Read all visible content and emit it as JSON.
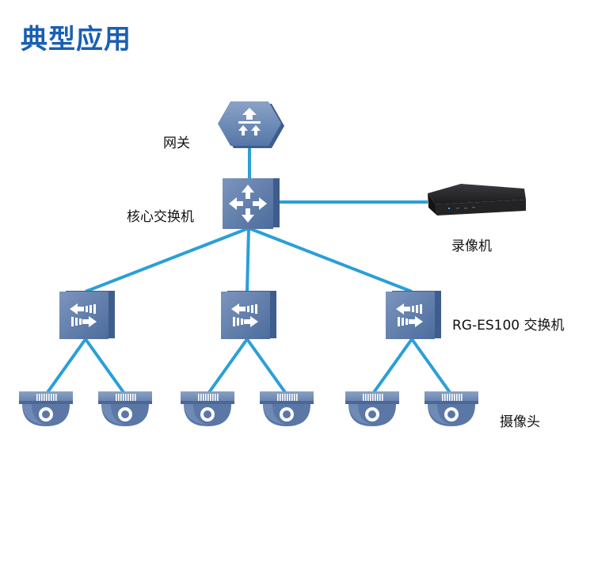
{
  "title": "典型应用",
  "labels": {
    "gateway": "网关",
    "core_switch": "核心交换机",
    "recorder": "录像机",
    "access_switch": "RG-ES100 交换机",
    "camera": "摄像头"
  },
  "colors": {
    "link": "#2a9fd8",
    "device_face": "#5878a8",
    "device_dark": "#3f5d8c",
    "title": "#1a5fb4"
  }
}
